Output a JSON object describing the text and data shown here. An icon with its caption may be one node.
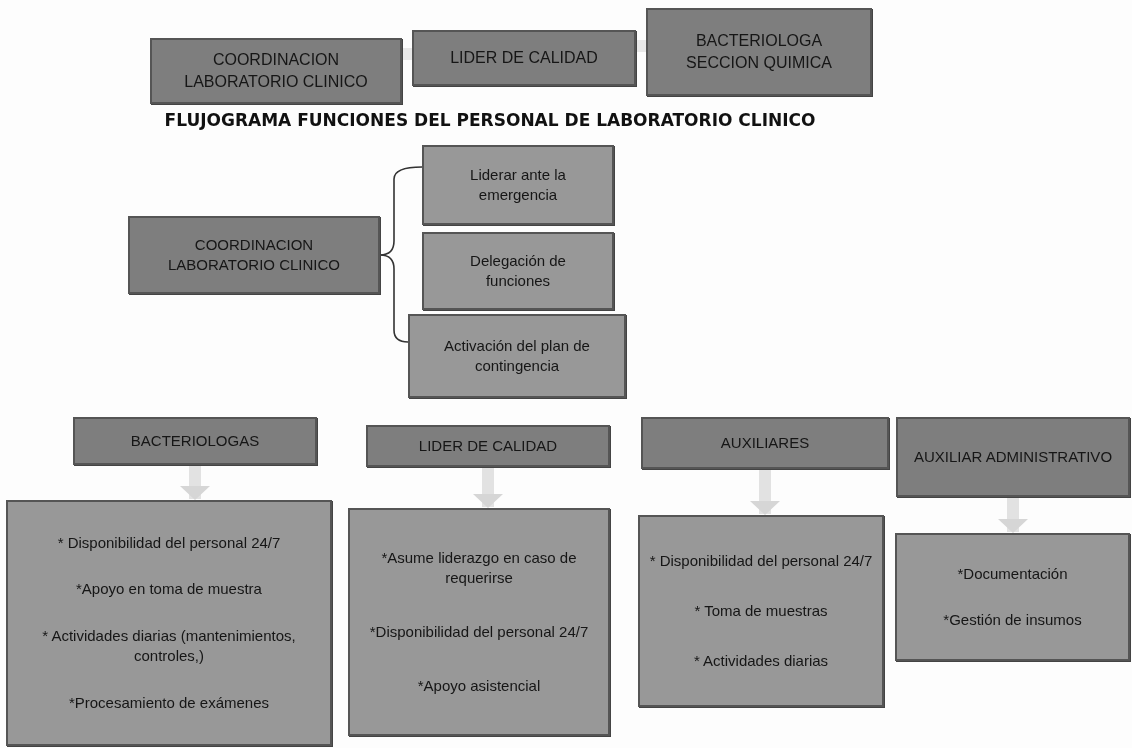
{
  "diagram": {
    "title": "FLUJOGRAMA FUNCIONES DEL PERSONAL DE LABORATORIO CLINICO",
    "nodes": [
      {
        "text": [
          "COORDINACION LABORATORIO CLINICO"
        ]
      },
      {
        "text": [
          "LIDER DE CALIDAD"
        ]
      },
      {
        "text": [
          "BACTERIOLOGA SECCION QUIMICA"
        ]
      },
      {
        "text": [
          "COORDINACION LABORATORIO CLINICO"
        ]
      },
      {
        "text": [
          "Liderar ante la emergencia"
        ]
      },
      {
        "text": [
          "Delegación de funciones"
        ]
      },
      {
        "text": [
          "Activación del plan de contingencia"
        ]
      },
      {
        "text": [
          "BACTERIOLOGAS"
        ]
      },
      {
        "text": [
          "* Disponibilidad del personal 24/7",
          "*Apoyo en toma de muestra",
          "* Actividades diarias (mantenimientos, controles,)",
          "*Procesamiento de exámenes"
        ]
      },
      {
        "text": [
          "LIDER DE CALIDAD"
        ]
      },
      {
        "text": [
          "*Asume liderazgo en caso de requerirse",
          "*Disponibilidad del personal 24/7",
          "*Apoyo asistencial"
        ]
      },
      {
        "text": [
          "AUXILIARES"
        ]
      },
      {
        "text": [
          "* Disponibilidad del personal 24/7",
          "* Toma de muestras",
          "* Actividades diarias"
        ]
      },
      {
        "text": [
          "AUXILIAR ADMINISTRATIVO"
        ]
      },
      {
        "text": [
          "*Documentación",
          "*Gestión de insumos"
        ]
      }
    ],
    "edges": [
      {
        "from": 0,
        "to": 1,
        "arrow": "none"
      },
      {
        "from": 1,
        "to": 2,
        "arrow": "none"
      },
      {
        "from": 3,
        "to": 4,
        "arrow": "none",
        "color": "#333333"
      },
      {
        "from": 3,
        "to": 6,
        "arrow": "none",
        "color": "#333333"
      },
      {
        "from": 7,
        "to": 8,
        "arrow": "to"
      },
      {
        "from": 9,
        "to": 10,
        "arrow": "to"
      },
      {
        "from": 11,
        "to": 12,
        "arrow": "to"
      },
      {
        "from": 13,
        "to": 14,
        "arrow": "to"
      }
    ]
  }
}
